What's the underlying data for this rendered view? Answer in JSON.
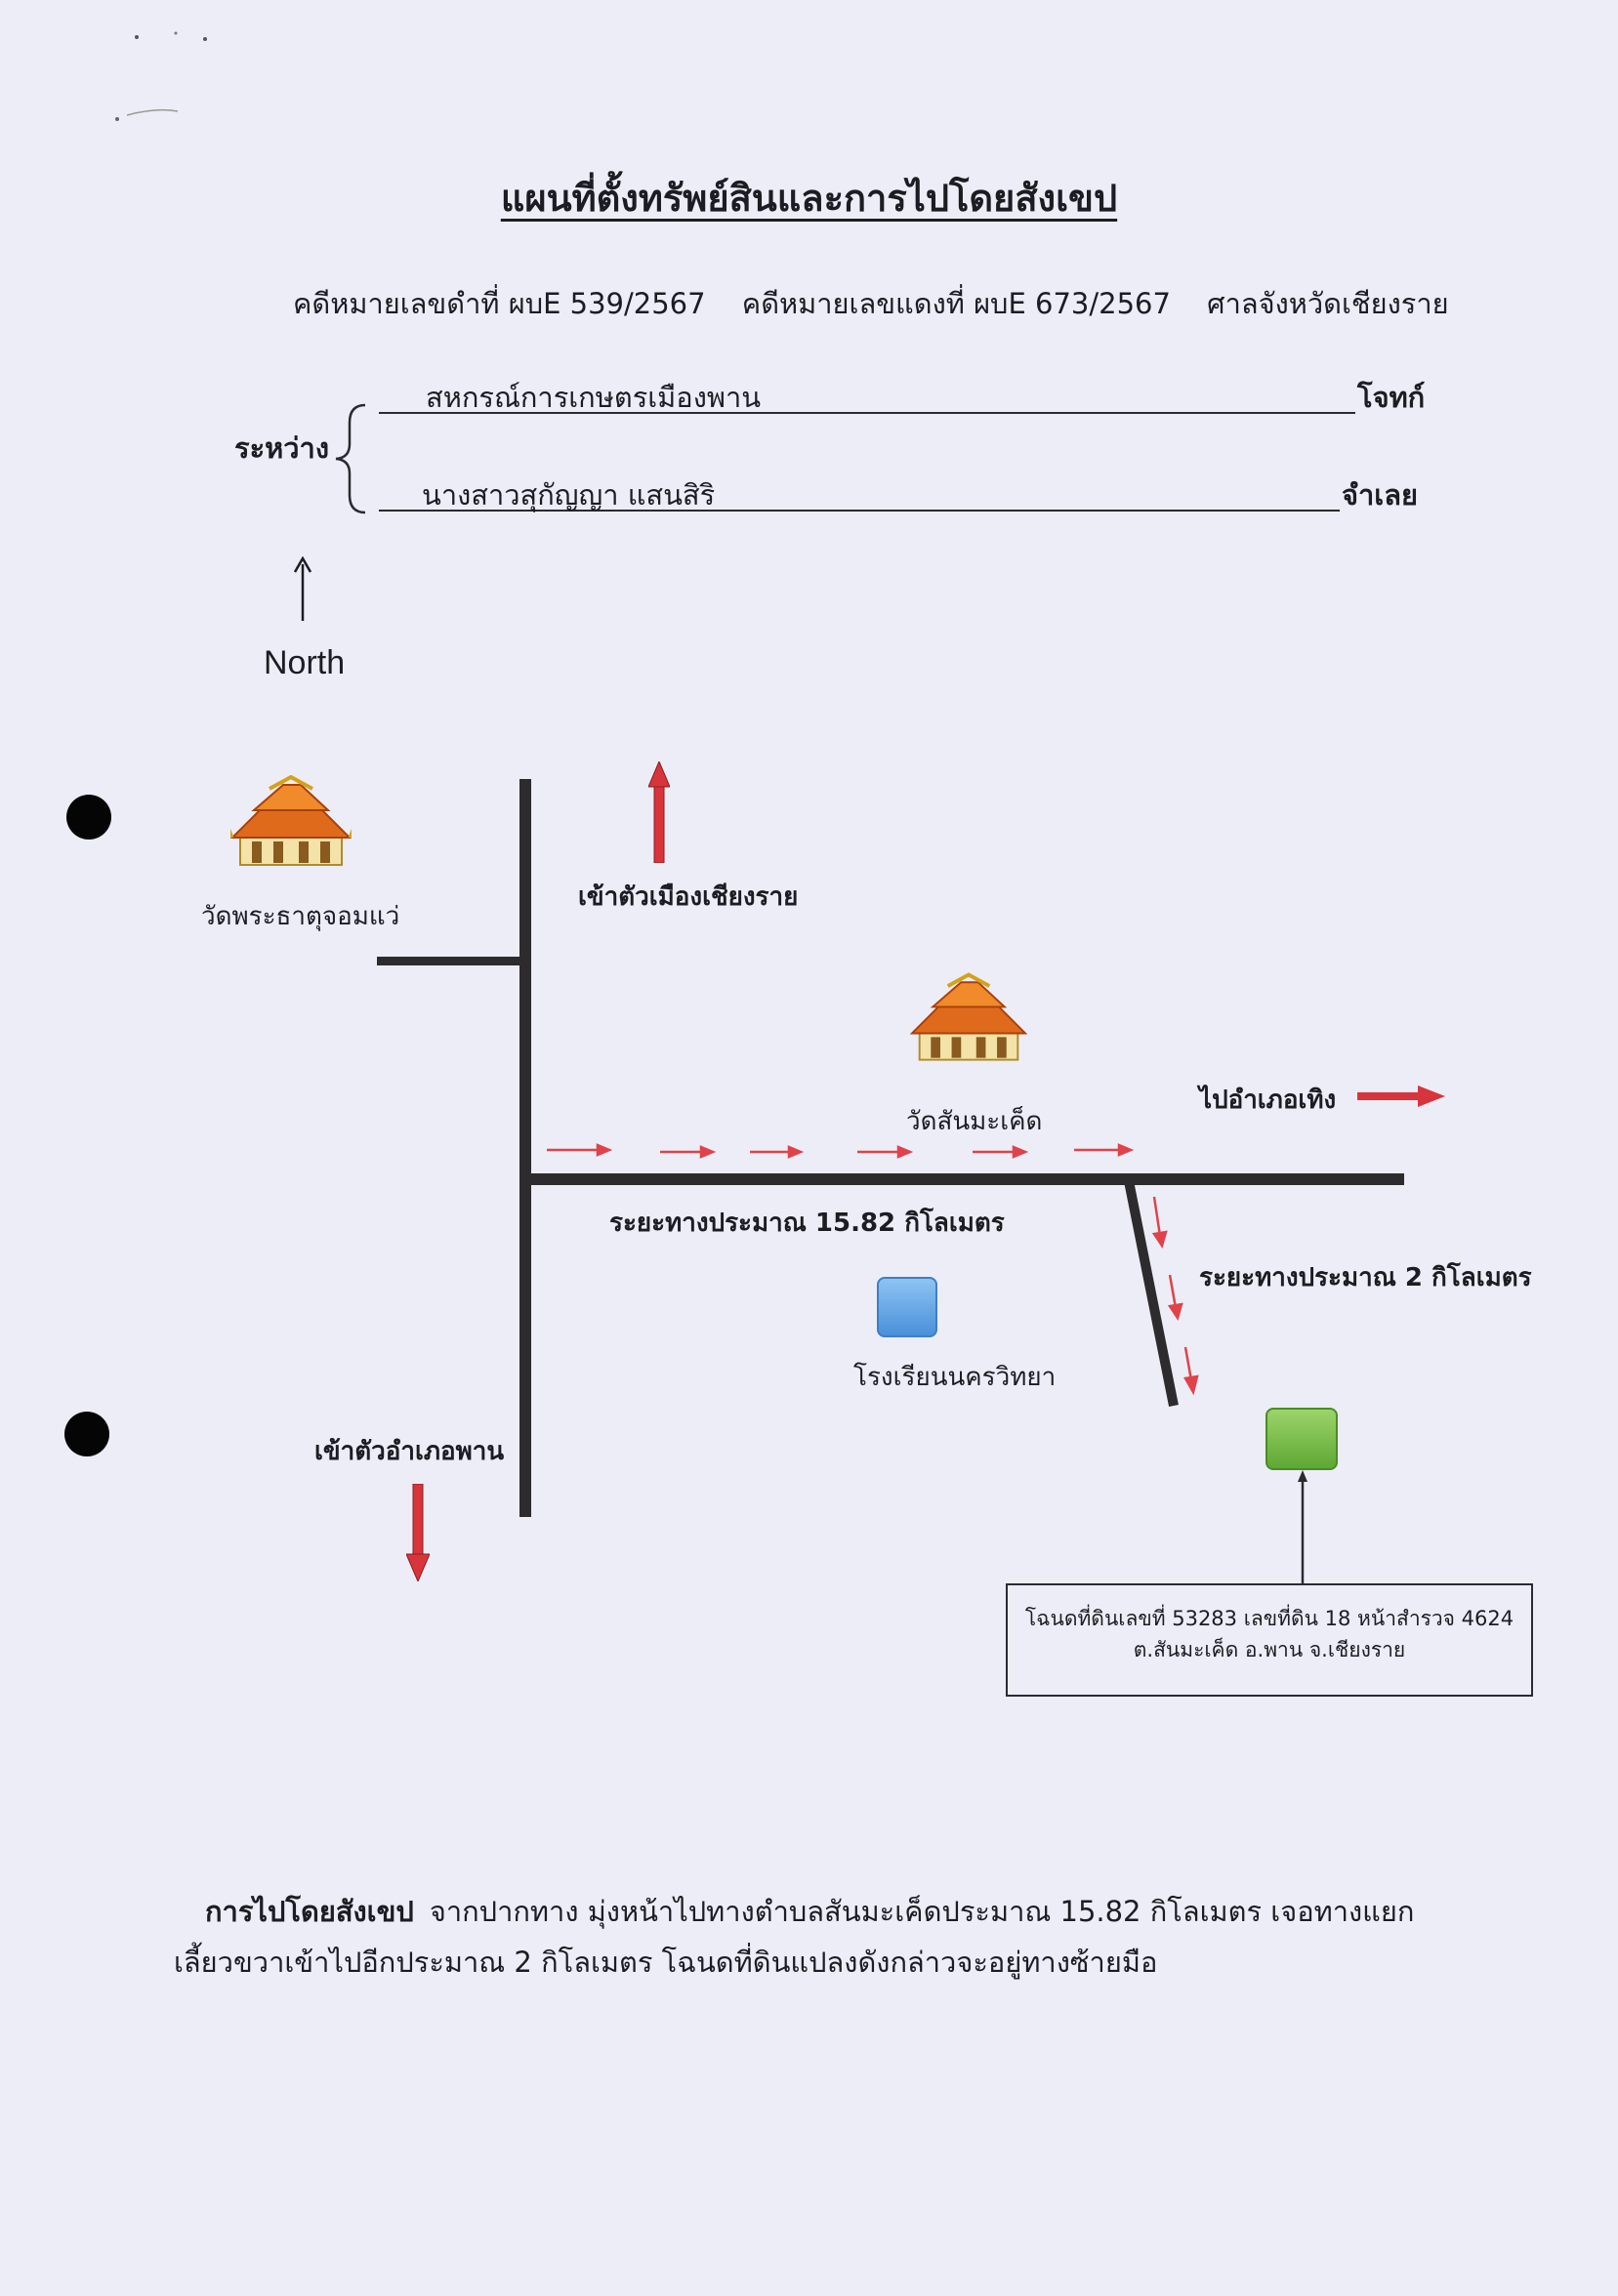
{
  "title": "แผนที่ตั้งทรัพย์สินและการไปโดยสังเขป",
  "case_info": {
    "black_case": "คดีหมายเลขดำที่  ผบE 539/2567",
    "red_case": "คดีหมายเลขแดงที่  ผบE 673/2567",
    "court": "ศาลจังหวัดเชียงราย"
  },
  "parties": {
    "between_label": "ระหว่าง",
    "plaintiff_name": "สหกรณ์การเกษตรเมืองพาน",
    "plaintiff_role": "โจทก์",
    "defendant_name": "นางสาวสุกัญญา  แสนสิริ",
    "defendant_role": "จำเลย"
  },
  "map": {
    "north_label": "North",
    "temple1_label": "วัดพระธาตุจอมแว่",
    "temple2_label": "วัดสันมะเค็ด",
    "to_chiangrai_label": "เข้าตัวเมืองเชียงราย",
    "to_phan_label": "เข้าตัวอำเภอพาน",
    "to_thoeng_label": "ไปอำเภอเทิง",
    "distance1_label": "ระยะทางประมาณ 15.82 กิโลเมตร",
    "distance2_label": "ระยะทางประมาณ 2 กิโลเมตร",
    "school_label": "โรงเรียนนครวิทยา",
    "deed_line1": "โฉนดที่ดินเลขที่ 53283 เลขที่ดิน 18 หน้าสำรวจ 4624",
    "deed_line2": "ต.สันมะเค็ด อ.พาน  จ.เชียงราย",
    "colors": {
      "road": "#2d2b2e",
      "route_arrow": "#e0424a",
      "big_arrow": "#d8343c",
      "school": "#5aa0e6",
      "land": "#6fbf3d"
    },
    "icons": [
      "temple-icon",
      "north-arrow-icon",
      "school-marker-icon",
      "land-marker-icon"
    ]
  },
  "summary": {
    "lead": "การไปโดยสังเขป",
    "text": "จากปากทาง มุ่งหน้าไปทางตำบลสันมะเค็ดประมาณ 15.82 กิโลเมตร  เจอทางแยก เลี้ยวขวาเข้าไปอีกประมาณ 2 กิโลเมตร โฉนดที่ดินแปลงดังกล่าวจะอยู่ทางซ้ายมือ"
  }
}
